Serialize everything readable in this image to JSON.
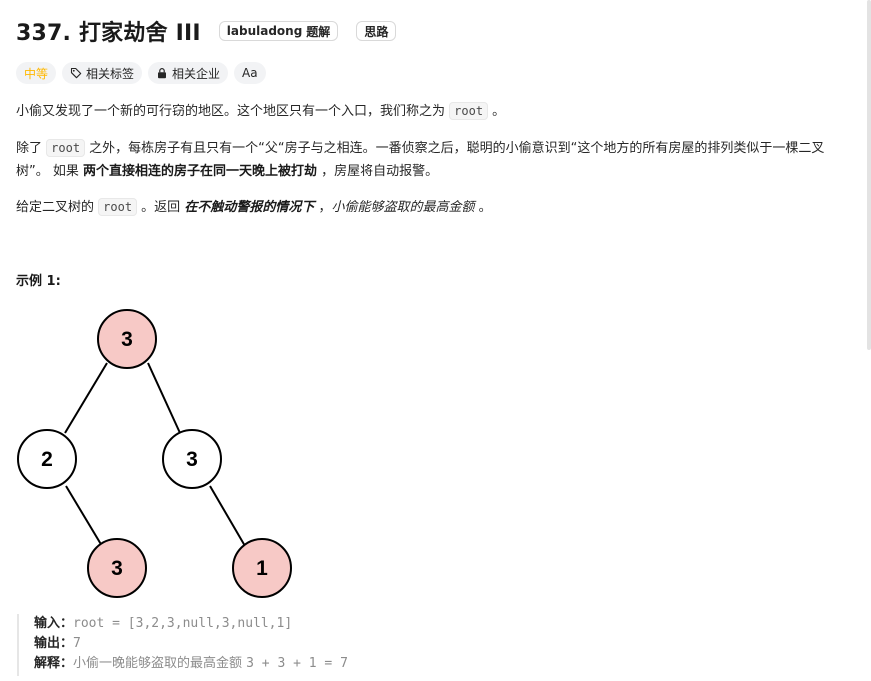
{
  "header": {
    "title": "337. 打家劫舍 III",
    "labuladong_label": "labuladong",
    "solution_label": "题解",
    "hint_label": "思路"
  },
  "tags": {
    "difficulty": "中等",
    "related_tags": "相关标签",
    "related_companies": "相关企业",
    "font_label": "Aa"
  },
  "description": {
    "p1_a": "小偷又发现了一个新的可行窃的地区。这个地区只有一个入口，我们称之为 ",
    "p1_code": "root",
    "p1_b": " 。",
    "p2_a": "除了 ",
    "p2_code": "root",
    "p2_b": " 之外，每栋房子有且只有一个“父“房子与之相连。一番侦察之后，聪明的小偷意识到“这个地方的所有房屋的排列类似于一棵二叉树”。 如果 ",
    "p2_bold": "两个直接相连的房子在同一天晚上被打劫",
    "p2_c": " ，房屋将自动报警。",
    "p3_a": "给定二叉树的 ",
    "p3_code": "root",
    "p3_b": " 。返回 ",
    "p3_bold_italic": "在不触动警报的情况下",
    "p3_c": " ，",
    "p3_italic": "小偷能够盗取的最高金额",
    "p3_d": " 。"
  },
  "example": {
    "title": "示例 1:",
    "input_label": "输入：",
    "input_value": "root = [3,2,3,null,3,null,1]",
    "output_label": "输出：",
    "output_value": "7",
    "explain_label": "解释：",
    "explain_text": "小偷一晚能够盗取的最高金额 ",
    "explain_expr": "3 + 3 + 1 = 7"
  },
  "tree": {
    "nodes": [
      "3",
      "2",
      "3",
      "3",
      "1"
    ],
    "highlight_color": "#f7c9c6",
    "normal_color": "#ffffff"
  }
}
